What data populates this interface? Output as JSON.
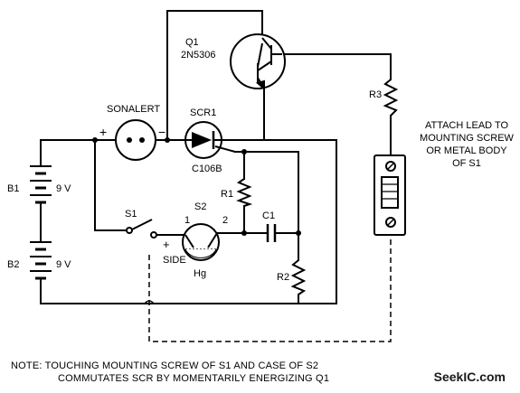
{
  "labels": {
    "q1": "Q1",
    "q1_part": "2N5306",
    "sonalert": "SONALERT",
    "scr1": "SCR1",
    "scr1_part": "C106B",
    "r1": "R1",
    "r2": "R2",
    "r3": "R3",
    "c1": "C1",
    "s1": "S1",
    "s2": "S2",
    "s2_pin1": "1",
    "s2_pin2": "2",
    "side": "SIDE",
    "hg": "Hg",
    "b1": "B1",
    "b1_volt": "9 V",
    "b2": "B2",
    "b2_volt": "9 V",
    "plus": "+",
    "minus": "−"
  },
  "attach_note": [
    "ATTACH LEAD TO",
    "MOUNTING SCREW",
    "OR METAL BODY",
    "OF S1"
  ],
  "note": {
    "line1": "NOTE:  TOUCHING MOUNTING SCREW OF S1 AND CASE OF S2",
    "line2": "COMMUTATES SCR BY MOMENTARILY ENERGIZING Q1"
  },
  "watermark": "SeekIC.com"
}
